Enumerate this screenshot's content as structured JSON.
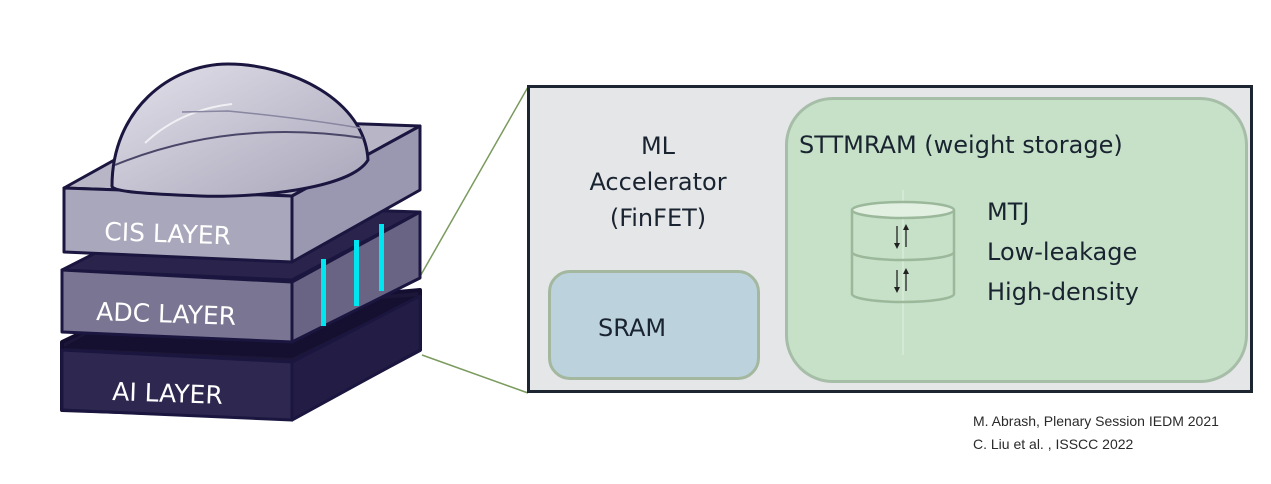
{
  "stack": {
    "layers": [
      {
        "label": "CIS LAYER",
        "color": "#a9a7bb"
      },
      {
        "label": "ADC LAYER",
        "color": "#7a7592"
      },
      {
        "label": "AI LAYER",
        "color": "#2e2850"
      }
    ],
    "lens_color": "#c8c6d2",
    "tsv_color": "#00e6f0",
    "tsv_count": 3
  },
  "zoom_panel": {
    "ml_accelerator": {
      "lines": [
        "ML",
        "Accelerator",
        "(FinFET)"
      ]
    },
    "sram": {
      "label": "SRAM",
      "color": "#bcd3dd"
    },
    "mram": {
      "title": "STTMRAM (weight storage)",
      "color": "#c6e1c8",
      "properties": [
        "MTJ",
        "Low-leakage",
        "High-density"
      ]
    }
  },
  "references": [
    "M. Abrash, Plenary Session IEDM 2021",
    "C. Liu et al. , ISSCC 2022"
  ],
  "colors": {
    "outline": "#1a1640",
    "connector_line": "#7a9a5e",
    "panel_bg": "#e5e6e8",
    "panel_border": "#1d2530"
  }
}
